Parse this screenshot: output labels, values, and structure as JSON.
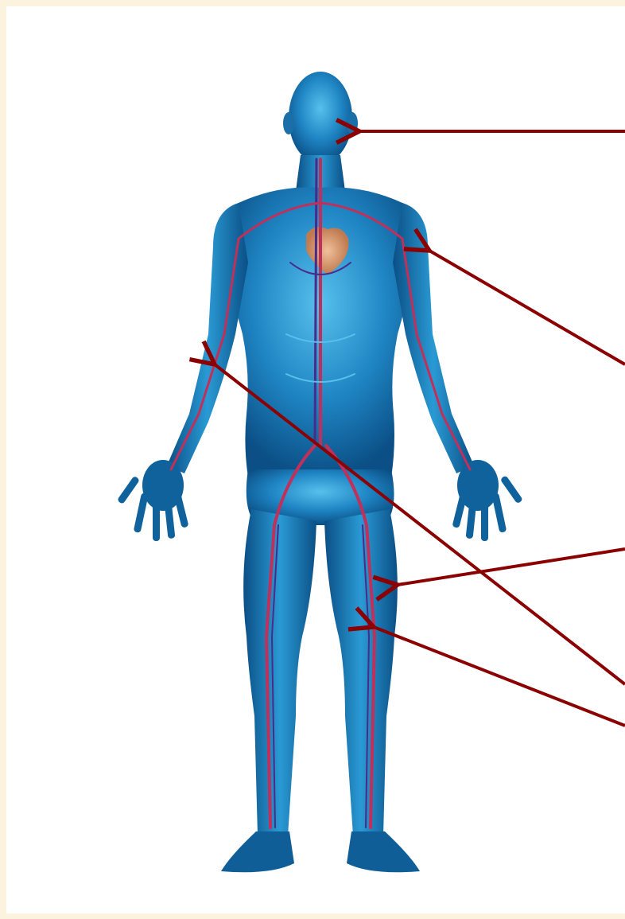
{
  "diagram": {
    "subject": "human-circulatory-system",
    "colors": {
      "page_border": "#fbf3de",
      "panel": "#ffffff",
      "body_dark": "#0b4f86",
      "body_mid": "#1f86c4",
      "body_light": "#58c0ec",
      "vessel_red": "#c0305a",
      "vessel_blue": "#4a2a8a",
      "heart": "#d9a07a",
      "arrow": "#8b0000"
    },
    "label_arrows": [
      {
        "points_to": "head-vessels"
      },
      {
        "points_to": "upper-arm-vessels"
      },
      {
        "points_to": "thigh-vessels"
      },
      {
        "points_to": "forearm-vessels"
      },
      {
        "points_to": "knee-vessels"
      }
    ]
  }
}
